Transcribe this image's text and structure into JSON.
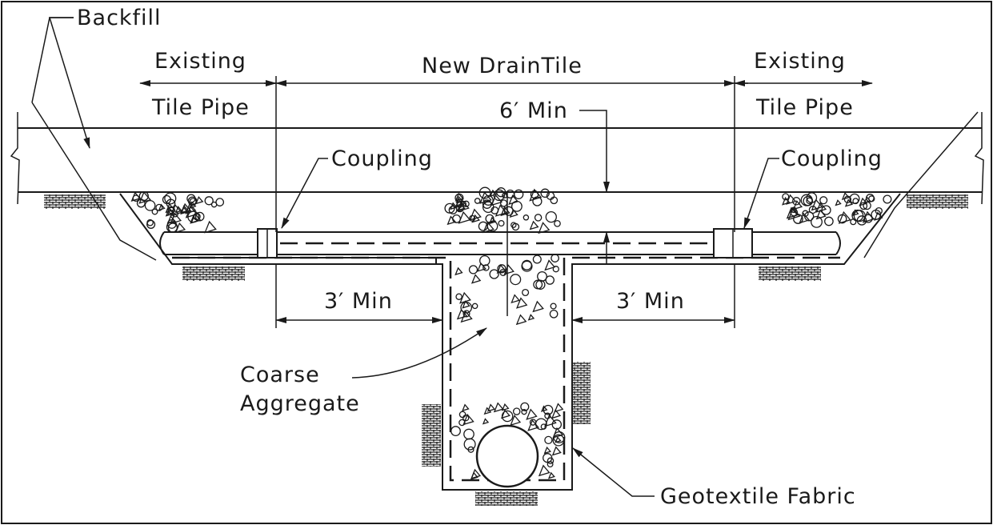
{
  "labels": {
    "backfill": "Backfill",
    "existing_left": "Existing",
    "tile_pipe_left": "Tile Pipe",
    "new_draintile": "New DrainTile",
    "existing_right": "Existing",
    "tile_pipe_right": "Tile Pipe",
    "six_min": "6′ Min",
    "coupling_left": "Coupling",
    "coupling_right": "Coupling",
    "three_min_left": "3′ Min",
    "three_min_right": "3′ Min",
    "coarse": "Coarse",
    "aggregate": "Aggregate",
    "geotextile": "Geotextile Fabric"
  },
  "colors": {
    "ink": "#1a1a1a",
    "paper": "#ffffff"
  }
}
